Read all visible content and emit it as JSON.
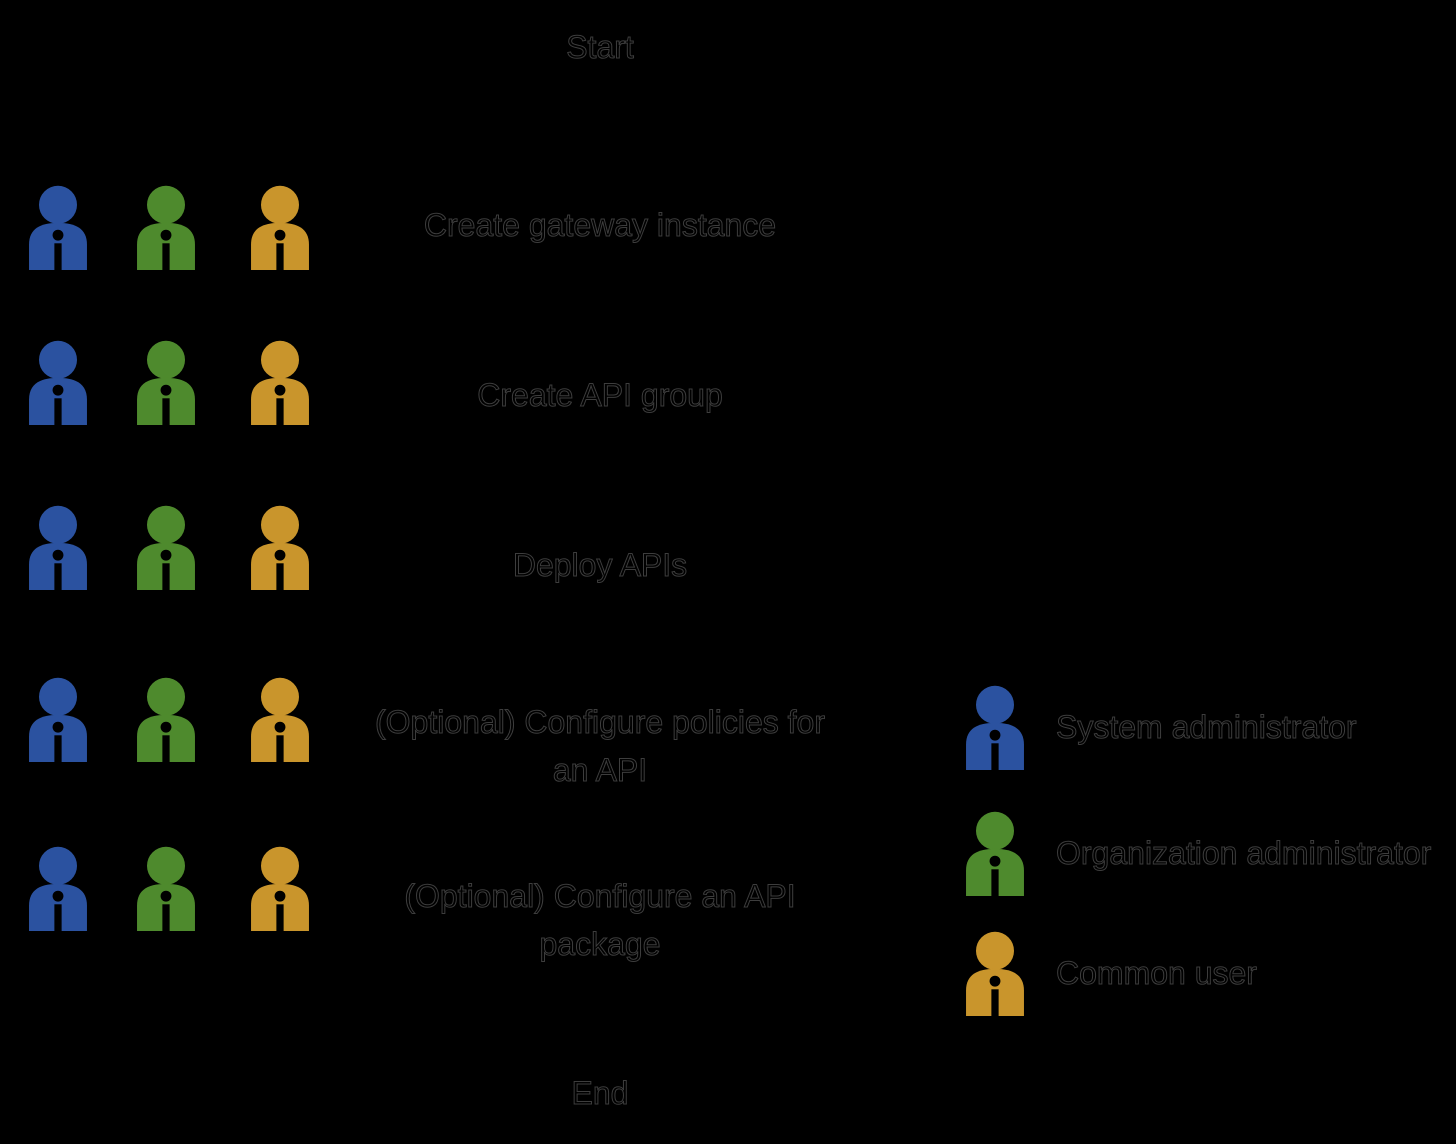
{
  "diagram": {
    "start_label": "Start",
    "end_label": "End",
    "steps": [
      {
        "label": "Create gateway instance"
      },
      {
        "label": "Create API group"
      },
      {
        "label": "Deploy APIs"
      },
      {
        "label": "(Optional) Configure policies for an API"
      },
      {
        "label": "(Optional) Configure an API package"
      }
    ],
    "roles": [
      {
        "id": "system-administrator",
        "label": "System administrator",
        "color": "#2B52A0"
      },
      {
        "id": "organization-administrator",
        "label": "Organization administrator",
        "color": "#4E8A2D"
      },
      {
        "id": "common-user",
        "label": "Common user",
        "color": "#C9952C"
      }
    ],
    "colors": {
      "background": "#000000",
      "text": "#000000",
      "text_edge": "#3d3d3d"
    }
  }
}
